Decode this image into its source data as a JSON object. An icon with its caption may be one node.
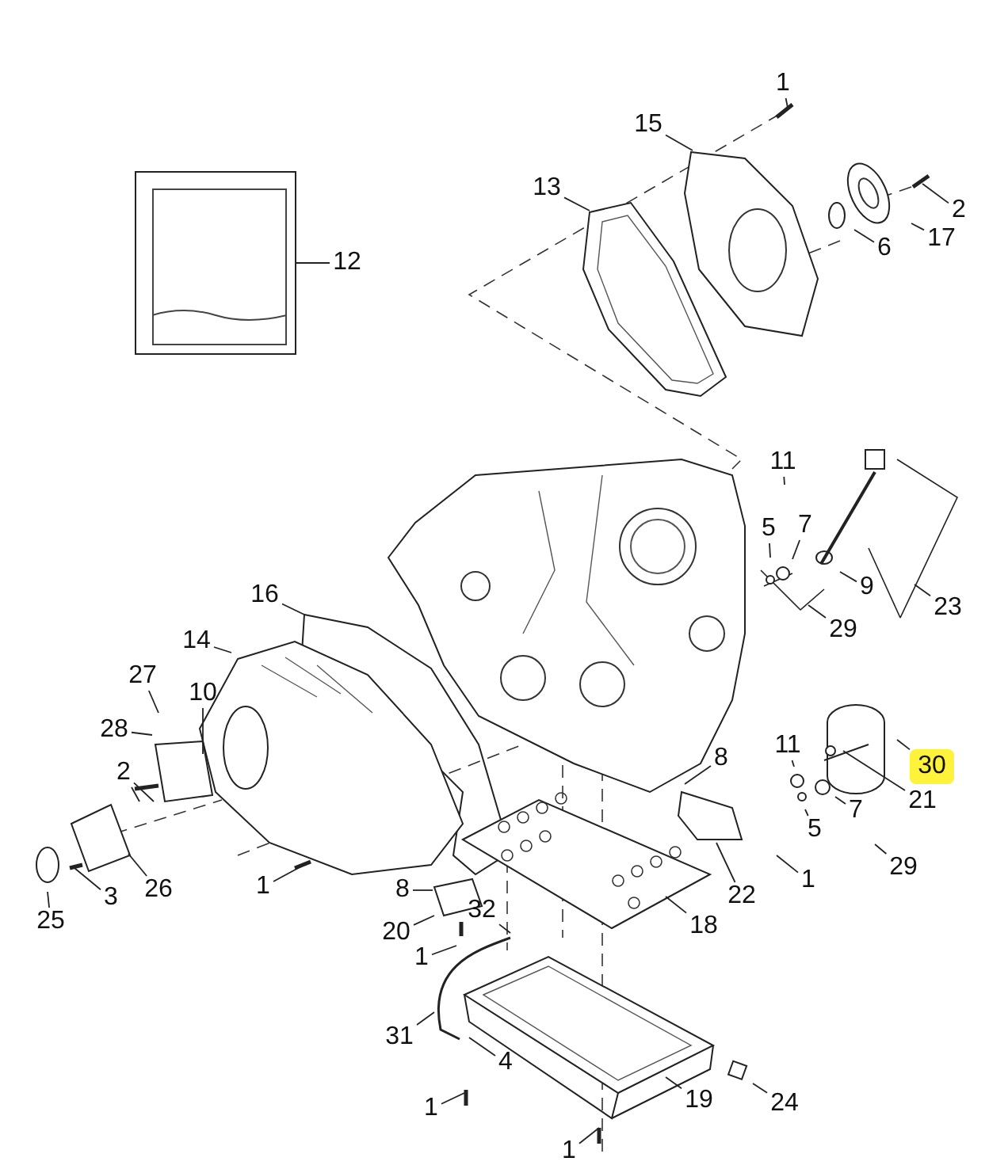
{
  "diagram": {
    "nodes": [
      {
        "text": [
          "1"
        ]
      },
      {
        "text": [
          "15"
        ]
      },
      {
        "text": [
          "13"
        ]
      },
      {
        "text": [
          "2"
        ]
      },
      {
        "text": [
          "17"
        ]
      },
      {
        "text": [
          "6"
        ]
      },
      {
        "text": [],
        "shape": "box"
      },
      {
        "text": [
          "12"
        ]
      },
      {
        "text": [
          "11"
        ]
      },
      {
        "text": [
          "5"
        ]
      },
      {
        "text": [
          "7"
        ]
      },
      {
        "text": [
          "9"
        ]
      },
      {
        "text": [
          "23"
        ]
      },
      {
        "text": [
          "29"
        ]
      },
      {
        "text": [
          "16"
        ]
      },
      {
        "text": [
          "14"
        ]
      },
      {
        "text": [
          "27"
        ]
      },
      {
        "text": [
          "10"
        ]
      },
      {
        "text": [
          "28"
        ]
      },
      {
        "text": [
          "2"
        ]
      },
      {
        "text": [
          "30"
        ]
      },
      {
        "text": [
          "11"
        ]
      },
      {
        "text": [
          "8"
        ]
      },
      {
        "text": [
          "21"
        ]
      },
      {
        "text": [
          "5"
        ]
      },
      {
        "text": [
          "7"
        ]
      },
      {
        "text": [
          "29"
        ]
      },
      {
        "text": [
          "22"
        ]
      },
      {
        "text": [
          "1"
        ]
      },
      {
        "text": [
          "1"
        ]
      },
      {
        "text": [
          "25"
        ]
      },
      {
        "text": [
          "3"
        ]
      },
      {
        "text": [
          "26"
        ]
      },
      {
        "text": [
          "8"
        ]
      },
      {
        "text": [
          "20"
        ]
      },
      {
        "text": [
          "32"
        ]
      },
      {
        "text": [
          "1"
        ]
      },
      {
        "text": [
          "18"
        ]
      },
      {
        "text": [
          "31"
        ]
      },
      {
        "text": [
          "4"
        ]
      },
      {
        "text": [
          "1"
        ]
      },
      {
        "text": [
          "19"
        ]
      },
      {
        "text": [
          "24"
        ]
      },
      {
        "text": [
          "1"
        ]
      }
    ],
    "edges": [
      {
        "from": 0,
        "to": null,
        "arrow": "none"
      },
      {
        "from": 1,
        "to": null,
        "arrow": "none"
      },
      {
        "from": 2,
        "to": null,
        "arrow": "none"
      },
      {
        "from": 3,
        "to": null,
        "arrow": "none"
      },
      {
        "from": 4,
        "to": null,
        "arrow": "none"
      },
      {
        "from": 5,
        "to": null,
        "arrow": "none"
      },
      {
        "from": 7,
        "to": 6,
        "arrow": "none"
      },
      {
        "from": 8,
        "to": null,
        "arrow": "none"
      },
      {
        "from": 9,
        "to": null,
        "arrow": "none"
      },
      {
        "from": 10,
        "to": null,
        "arrow": "none"
      },
      {
        "from": 11,
        "to": null,
        "arrow": "none"
      },
      {
        "from": 12,
        "to": null,
        "arrow": "none"
      },
      {
        "from": 13,
        "to": null,
        "arrow": "none"
      },
      {
        "from": 14,
        "to": null,
        "arrow": "none"
      },
      {
        "from": 15,
        "to": null,
        "arrow": "none"
      },
      {
        "from": 16,
        "to": null,
        "arrow": "none"
      },
      {
        "from": 17,
        "to": null,
        "arrow": "none"
      },
      {
        "from": 18,
        "to": null,
        "arrow": "none"
      },
      {
        "from": 19,
        "to": null,
        "arrow": "none"
      },
      {
        "from": 19,
        "to": null,
        "arrow": "none"
      },
      {
        "from": 20,
        "to": null,
        "arrow": "none"
      },
      {
        "from": 21,
        "to": null,
        "arrow": "none"
      },
      {
        "from": 22,
        "to": null,
        "arrow": "none"
      },
      {
        "from": 23,
        "to": null,
        "arrow": "none"
      },
      {
        "from": 24,
        "to": null,
        "arrow": "none"
      },
      {
        "from": 25,
        "to": null,
        "arrow": "none"
      },
      {
        "from": 26,
        "to": null,
        "arrow": "none"
      },
      {
        "from": 27,
        "to": null,
        "arrow": "none"
      },
      {
        "from": 28,
        "to": null,
        "arrow": "none"
      },
      {
        "from": 29,
        "to": null,
        "arrow": "none"
      },
      {
        "from": 30,
        "to": null,
        "arrow": "none"
      },
      {
        "from": 31,
        "to": null,
        "arrow": "none"
      },
      {
        "from": 32,
        "to": null,
        "arrow": "none"
      },
      {
        "from": 33,
        "to": null,
        "arrow": "none"
      },
      {
        "from": 34,
        "to": null,
        "arrow": "none"
      },
      {
        "from": 35,
        "to": null,
        "arrow": "none"
      },
      {
        "from": 36,
        "to": null,
        "arrow": "none"
      },
      {
        "from": 37,
        "to": null,
        "arrow": "none"
      },
      {
        "from": 38,
        "to": null,
        "arrow": "none"
      },
      {
        "from": 39,
        "to": null,
        "arrow": "none"
      },
      {
        "from": 40,
        "to": null,
        "arrow": "none"
      },
      {
        "from": 41,
        "to": null,
        "arrow": "none"
      },
      {
        "from": 42,
        "to": null,
        "arrow": "none"
      },
      {
        "from": 43,
        "to": null,
        "arrow": "none"
      }
    ]
  }
}
